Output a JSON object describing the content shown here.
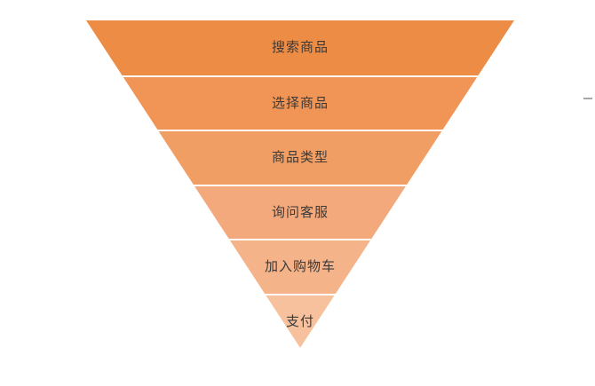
{
  "page": {
    "background": "#ffffff"
  },
  "funnel": {
    "type": "inverted-pyramid-funnel",
    "direction": "top-wide-to-bottom-apex",
    "stage_count": 6,
    "stages": [
      {
        "label": "搜索商品",
        "color": "#ED8C45"
      },
      {
        "label": "选择商品",
        "color": "#F09556"
      },
      {
        "label": "商品类型",
        "color": "#F19E64"
      },
      {
        "label": "询问客服",
        "color": "#F3A97B"
      },
      {
        "label": "加入购物车",
        "color": "#F4B389"
      },
      {
        "label": "支付",
        "color": "#F6C19C"
      }
    ],
    "separator_color": "#FFFFFF",
    "label_color": "#3A3A3A"
  },
  "decorations": {
    "right_edge_dash_color": "#A6A6A6"
  }
}
